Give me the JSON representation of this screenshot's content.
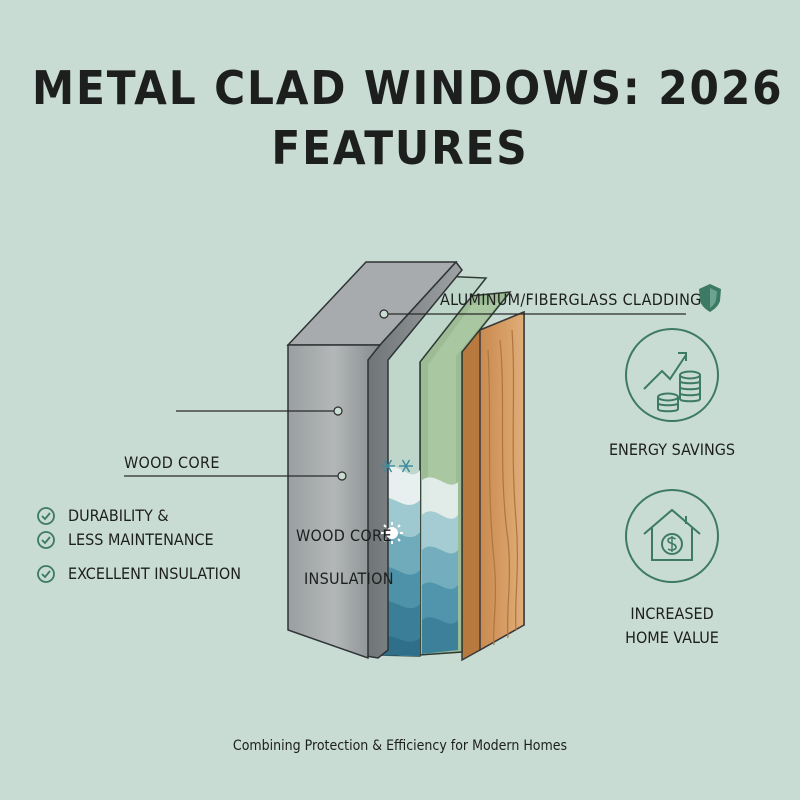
{
  "title": {
    "line1": "METAL CLAD WINDOWS: 2026",
    "line2": "FEATURES"
  },
  "diagram": {
    "cladding_label": "ALUMINUM/FIBERGLASS CLADDING",
    "wood_core_label_left": "WOOD CORE",
    "wood_core_label_inner": "WOOD CORE",
    "insulation_label": "INSULATION"
  },
  "benefits_left": [
    "DURABILITY &",
    "LESS MAINTENANCE",
    "EXCELLENT INSULATION"
  ],
  "features_right": {
    "energy": "ENERGY SAVINGS",
    "value_line1": "INCREASED",
    "value_line2": "HOME VALUE"
  },
  "caption": "Combining Protection & Efficiency for Modern Homes",
  "icons": [
    "shield-icon",
    "coins-growth-icon",
    "house-dollar-icon",
    "check-circle-icon",
    "snowflake-icon",
    "sun-icon"
  ],
  "colors": {
    "background": "#c9dcd3",
    "accent": "#3d7a66",
    "metal": "#8f9496",
    "wood": "#d49a62"
  }
}
